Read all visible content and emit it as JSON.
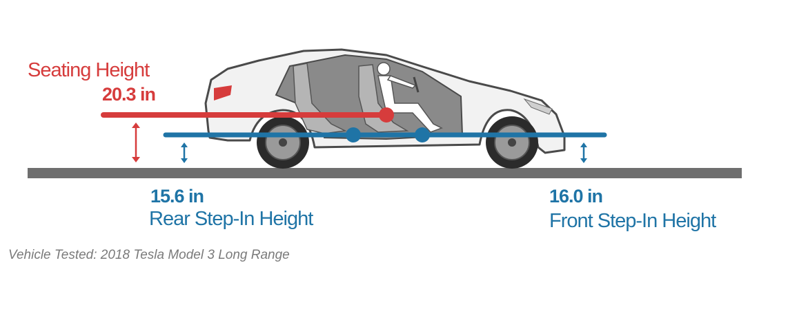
{
  "seating": {
    "title": "Seating Height",
    "value": "20.3 in"
  },
  "rear_step": {
    "value": "15.6 in",
    "title": "Rear Step-In Height"
  },
  "front_step": {
    "value": "16.0 in",
    "title": "Front Step-In Height"
  },
  "caption": "Vehicle Tested: 2018 Tesla Model 3 Long Range",
  "colors": {
    "red": "#d63c3c",
    "blue": "#1f74a6",
    "ground": "#6e6e6e",
    "car_body": "#f2f2f2",
    "car_outline": "#4a4a4a",
    "interior": "#8a8a8a"
  }
}
